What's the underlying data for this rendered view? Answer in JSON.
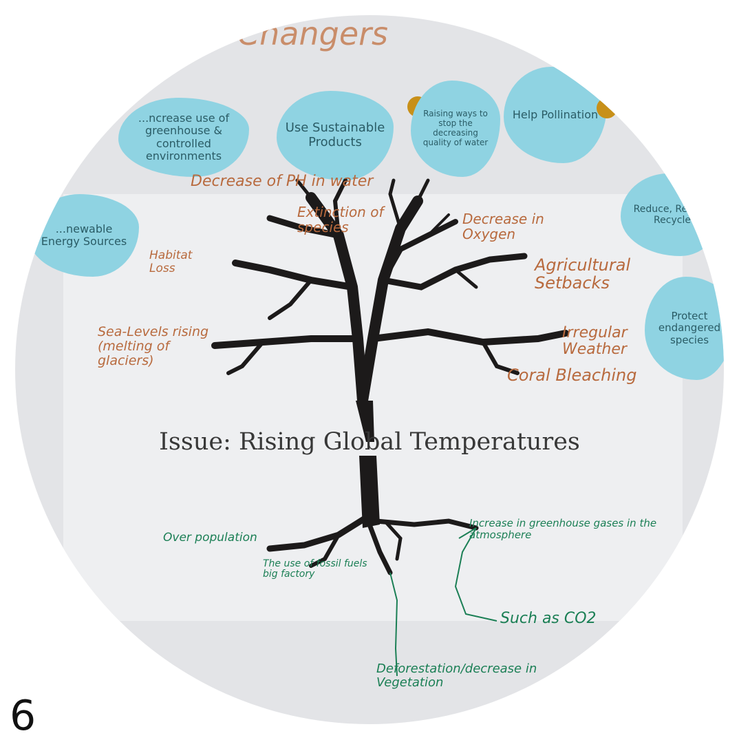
{
  "poster": {
    "heading": "...ate Changers",
    "issue": "Issue: Rising Global Temperatures",
    "sticky_notes": [
      "...ncrease use of greenhouse & controlled environments",
      "Use Sustainable Products",
      "Raising ways to stop the decreasing quality of water",
      "Help Pollination",
      "...newable Energy Sources",
      "Reduce, Re-use, Recycle",
      "Protect endangered species"
    ],
    "branches": [
      "Decrease of PH in water",
      "Extinction of species",
      "Decrease in Oxygen",
      "Habitat Loss",
      "Agricultural Setbacks",
      "Sea-Levels rising (melting of glaciers)",
      "Irregular Weather",
      "Coral Bleaching"
    ],
    "roots": [
      "Over population",
      "The use of fossil fuels big factory",
      "Increase in greenhouse gases in the atmosphere",
      "Such as CO2",
      "Deforestation/decrease in Vegetation"
    ]
  },
  "colors": {
    "note": "#8fd3e2",
    "branch_text": "#b86a3e",
    "root_text": "#1b7f55",
    "tree": "#1c1a1a"
  },
  "corner_glyph": "6"
}
